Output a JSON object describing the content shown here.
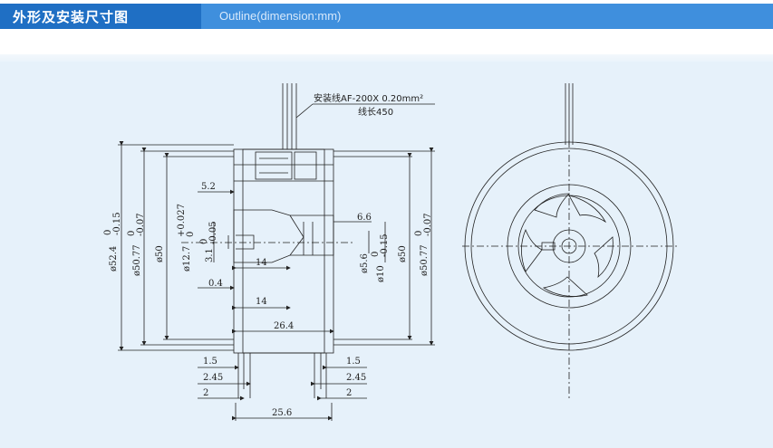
{
  "header": {
    "title_cn": "外形及安装尺寸图",
    "title_en": "Outline(dimension:mm)"
  },
  "drawing": {
    "cable_label": "安装线AF-200X 0.20mm²",
    "cable_length": "线长450",
    "dims": {
      "d52": "ø52.4",
      "d52_tol": "-0.15",
      "d52_tol0": "0",
      "d5077_left": "ø50.77",
      "d5077_left_tol": "-0.07",
      "d5077_left_tol0": "0",
      "d50_left": "ø50",
      "d127": "ø12.7",
      "d127_tol": "+0.027",
      "d127_tol0": "0",
      "d31": "3.1",
      "d31_tol": "-0.05",
      "d31_tol0": "0",
      "d52mm": "5.2",
      "d04": "0.4",
      "d14a": "14",
      "d14b": "14",
      "d264": "26.4",
      "d66": "6.6",
      "d56": "ø5.6",
      "d10": "ø10",
      "d10_tol": "-0.15",
      "d10_tol0": "0",
      "d50_right": "ø50",
      "d5077_right": "ø50.77",
      "d5077_right_tol": "-0.07",
      "d5077_right_tol0": "0",
      "d15_left": "1.5",
      "d245_left": "2.45",
      "d2_left": "2",
      "d15_right": "1.5",
      "d245_right": "2.45",
      "d2_right": "2",
      "d256": "25.6"
    }
  },
  "colors": {
    "header_dark": "#1f6fc4",
    "header_light": "#3f8fdd",
    "panel_bg": "#e6f1fa",
    "line": "#222222"
  }
}
